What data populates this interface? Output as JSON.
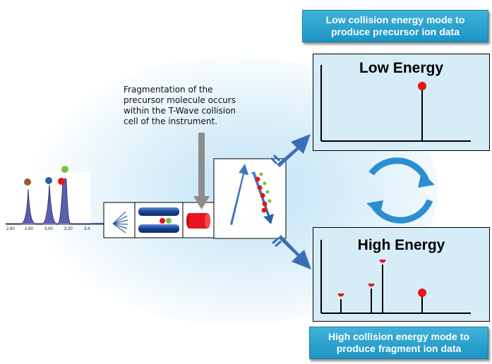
{
  "callouts": {
    "low": [
      "Low collision energy mode to",
      "produce precursor ion data"
    ],
    "high": [
      "High collision energy mode to",
      "produce fragment ion data"
    ]
  },
  "panels": {
    "low_title": "Low Energy",
    "high_title": "High Energy"
  },
  "annotation": [
    "Fragmentation of the",
    "precursor molecule occurs",
    "within the T-Wave collision",
    "cell of the instrument."
  ],
  "chromatogram": {
    "x_ticks": [
      "2.60",
      "2.80",
      "3.00",
      "3.20",
      "3.4"
    ]
  },
  "colors": {
    "callout_blue": "#2aa3d0",
    "panel_fill": "#d6ecf7",
    "arrow_blue": "#3a6fb8",
    "ion_red": "#e8161c",
    "ion_green": "#7ac143",
    "ion_brown": "#9b5a2a",
    "ion_blue": "#2f5fa6"
  }
}
